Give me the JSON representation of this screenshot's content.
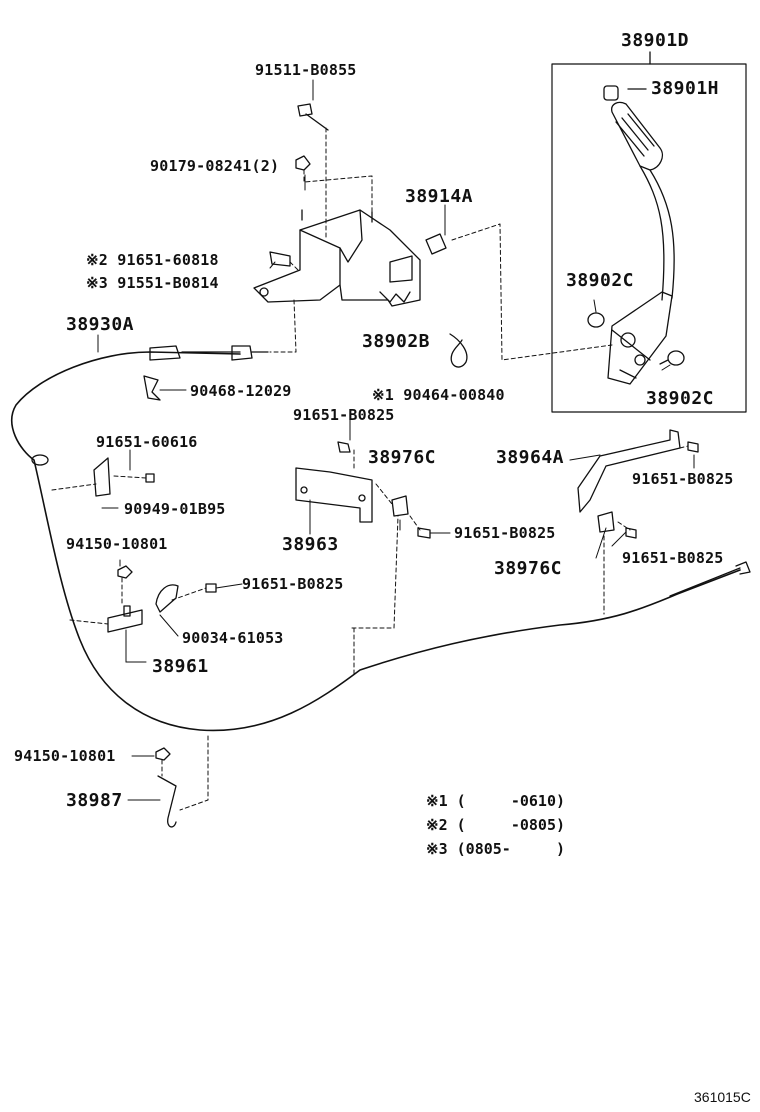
{
  "labels": {
    "p38901D": "38901D",
    "p38901H": "38901H",
    "p91511": "91511-B0855",
    "p90179": "90179-08241(2)",
    "p38914A": "38914A",
    "p91651_60818": "※2 91651-60818",
    "p91551": "※3 91551-B0814",
    "p38902C_top": "38902C",
    "p38930A": "38930A",
    "p38902B": "38902B",
    "p90468": "90468-12029",
    "p90464": "※1 90464-00840",
    "p38902C_bot": "38902C",
    "p91651_B0825_a": "91651-B0825",
    "p91651_60616": "91651-60616",
    "p38976C_a": "38976C",
    "p38964A": "38964A",
    "p91651_B0825_b": "91651-B0825",
    "p90949": "90949-01B95",
    "p91651_B0825_c": "91651-B0825",
    "p38963": "38963",
    "p94150_a": "94150-10801",
    "p38976C_b": "38976C",
    "p91651_B0825_d": "91651-B0825",
    "p91651_B0825_e": "91651-B0825",
    "p90034": "90034-61053",
    "p38961": "38961",
    "p94150_b": "94150-10801",
    "p38987": "38987"
  },
  "notes": [
    "※1 (     -0610)",
    "※2 (     -0805)",
    "※3 (0805-     )"
  ],
  "diagram_code": "361015C"
}
